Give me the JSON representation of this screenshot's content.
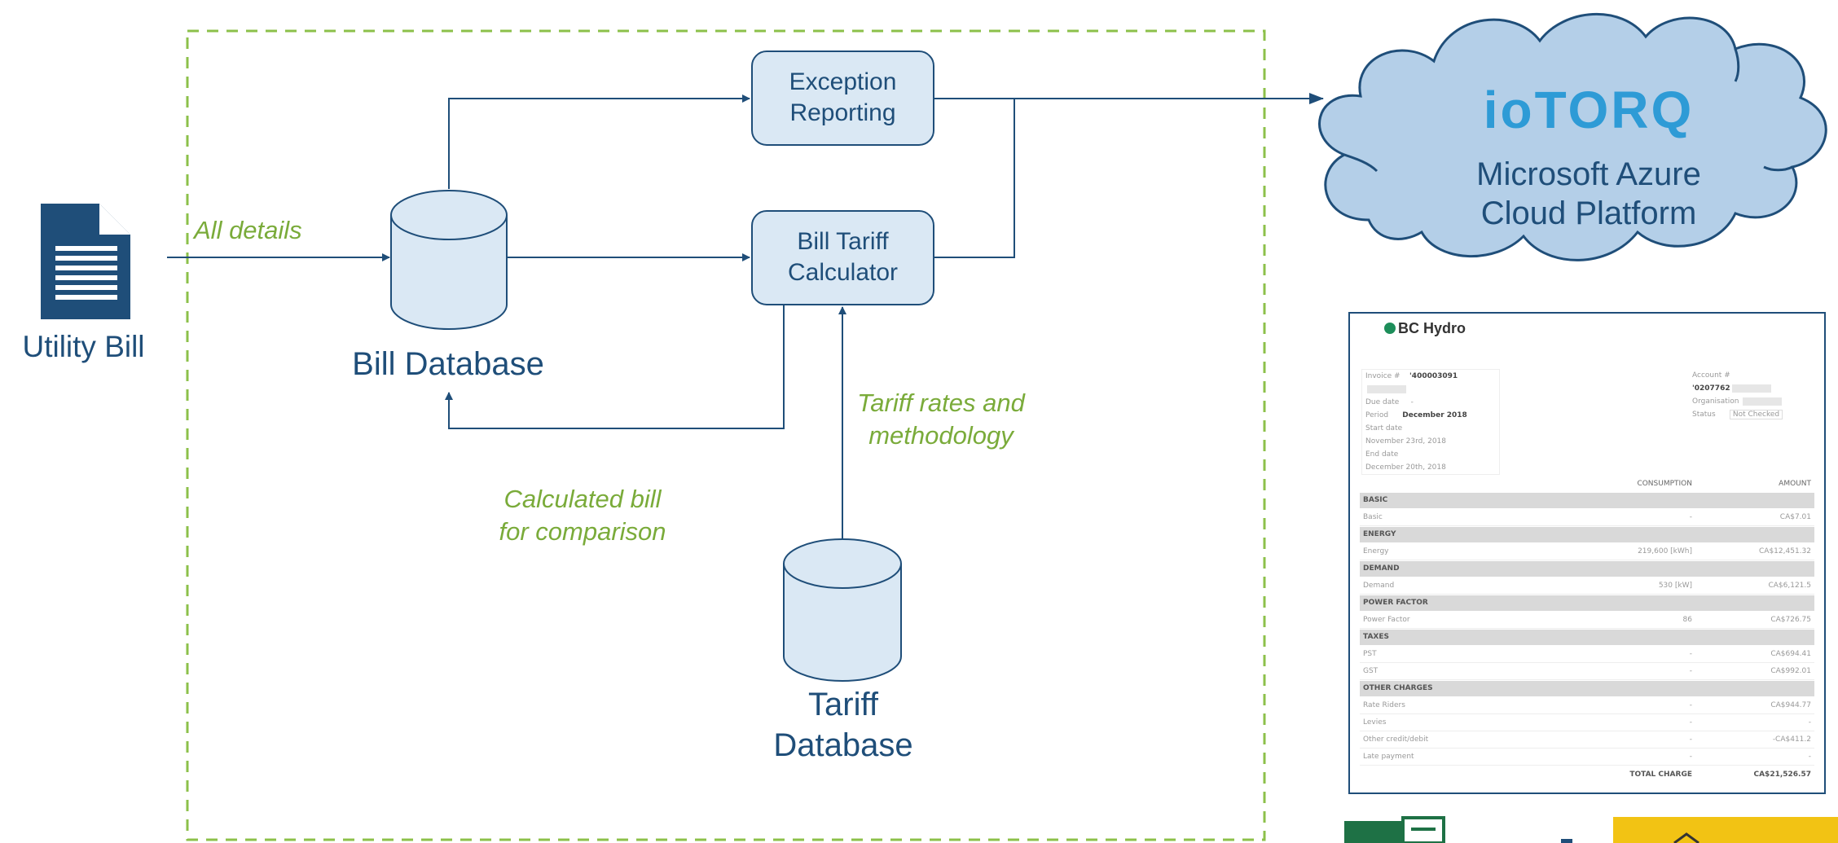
{
  "utility_bill": {
    "label": "Utility Bill"
  },
  "flow_labels": {
    "all_details": "All details",
    "tariff_rates_line1": "Tariff rates and",
    "tariff_rates_line2": "methodology",
    "calculated_line1": "Calculated bill",
    "calculated_line2": "for comparison"
  },
  "boxes": {
    "exception_line1": "Exception",
    "exception_line2": "Reporting",
    "calculator_line1": "Bill Tariff",
    "calculator_line2": "Calculator"
  },
  "databases": {
    "bill": "Bill Database",
    "tariff_line1": "Tariff",
    "tariff_line2": "Database"
  },
  "cloud": {
    "brand": "ioTORQ",
    "line1": "Microsoft Azure",
    "line2": "Cloud Platform"
  },
  "bill": {
    "logo": "BC Hydro",
    "invoice_label": "Invoice #",
    "invoice_value": "'400003091",
    "due_label": "Due date",
    "due_value": "-",
    "period_label": "Period",
    "period_value": "December 2018",
    "start_label": "Start date",
    "start_value": "November 23rd, 2018",
    "end_label": "End date",
    "end_value": "December 20th, 2018",
    "account_label": "Account #",
    "account_value": "'0207762",
    "org_label": "Organisation",
    "status_label": "Status",
    "status_value": "Not Checked",
    "col_consumption": "CONSUMPTION",
    "col_amount": "AMOUNT",
    "basic": "BASIC",
    "basic_row": [
      "Basic",
      "-",
      "CA$7.01"
    ],
    "energy": "ENERGY",
    "energy_row": [
      "Energy",
      "219,600 [kWh]",
      "CA$12,451.32"
    ],
    "demand": "DEMAND",
    "demand_row": [
      "Demand",
      "530 [kW]",
      "CA$6,121.5"
    ],
    "power_factor": "POWER FACTOR",
    "pf_row": [
      "Power Factor",
      "86",
      "CA$726.75"
    ],
    "taxes": "TAXES",
    "pst_row": [
      "PST",
      "-",
      "CA$694.41"
    ],
    "gst_row": [
      "GST",
      "-",
      "CA$992.01"
    ],
    "other": "OTHER CHARGES",
    "rate_row": [
      "Rate Riders",
      "-",
      "CA$944.77"
    ],
    "levies_row": [
      "Levies",
      "-",
      "-"
    ],
    "credit_row": [
      "Other credit/debit",
      "-",
      "-CA$411.2"
    ],
    "late_row": [
      "Late payment",
      "-",
      "-"
    ],
    "total_label": "TOTAL CHARGE",
    "total_value": "CA$21,526.57"
  },
  "colors": {
    "navy": "#1f4e79",
    "box_fill": "#dae8f4",
    "green": "#7aab3a",
    "cloud_fill": "#b4cfe8",
    "brand": "#2e9bd6"
  }
}
